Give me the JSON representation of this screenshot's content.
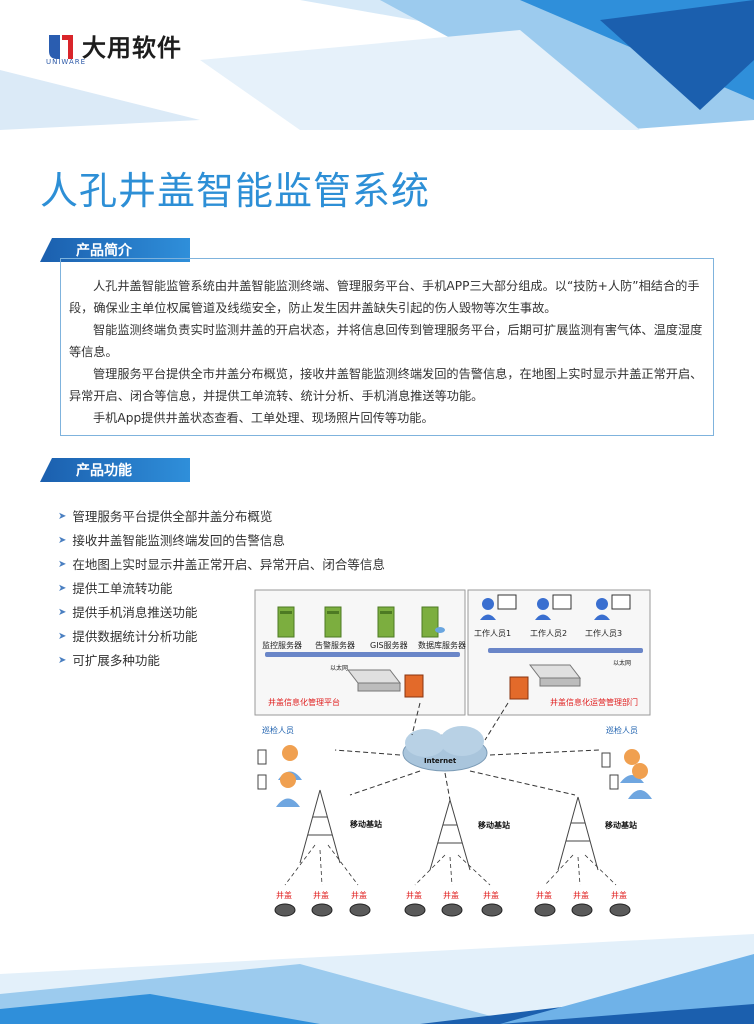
{
  "brand": {
    "name": "大用软件",
    "sub": "UNIWARE"
  },
  "title": "人孔井盖智能监管系统",
  "intro": {
    "heading": "产品简介",
    "paragraphs": [
      "人孔井盖智能监管系统由井盖智能监测终端、管理服务平台、手机APP三大部分组成。以“技防+人防”相结合的手段，确保业主单位权属管道及线缆安全，防止发生因井盖缺失引起的伤人毁物等次生事故。",
      "智能监测终端负责实时监测井盖的开启状态，并将信息回传到管理服务平台，后期可扩展监测有害气体、温度湿度等信息。",
      "管理服务平台提供全市井盖分布概览，接收井盖智能监测终端发回的告警信息，在地图上实时显示井盖正常开启、异常开启、闭合等信息，并提供工单流转、统计分析、手机消息推送等功能。",
      "手机App提供井盖状态查看、工单处理、现场照片回传等功能。"
    ]
  },
  "features": {
    "heading": "产品功能",
    "items": [
      "管理服务平台提供全部井盖分布概览",
      "接收井盖智能监测终端发回的告警信息",
      "在地图上实时显示井盖正常开启、异常开启、闭合等信息",
      "提供工单流转功能",
      "提供手机消息推送功能",
      "提供数据统计分析功能",
      "可扩展多种功能"
    ]
  },
  "diagram": {
    "servers": [
      "监控服务器",
      "告警服务器",
      "GIS服务器",
      "数据库服务器"
    ],
    "ethernet": "以太网",
    "left_box": "井盖信息化管理平台",
    "right_box": "井盖信息化运营管理部门",
    "workers": [
      "工作人员1",
      "工作人员2",
      "工作人员3"
    ],
    "internet": "Internet",
    "patrol": "巡检人员",
    "station": "移动基站",
    "cover": "井盖"
  },
  "colors": {
    "accent": "#2d8fd6",
    "header": "#1b5fae",
    "box_border": "#7fb3dd",
    "red_label": "#e02020"
  }
}
